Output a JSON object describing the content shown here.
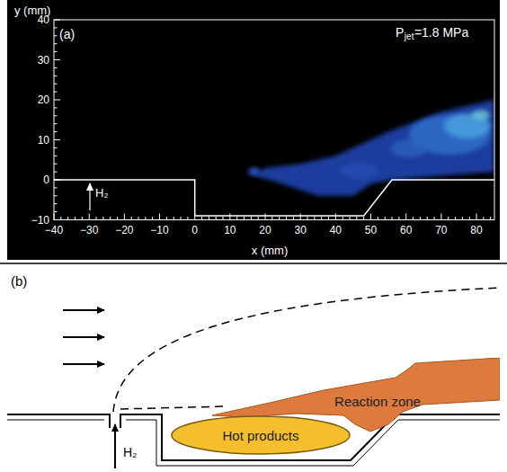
{
  "diagram": {
    "nodes": [
      {
        "text": [
          "Reaction zone"
        ]
      },
      {
        "text": [
          "Hot products"
        ]
      }
    ],
    "labels": [
      "y (mm)",
      "(a)",
      "P",
      "jet",
      "=1.8 MPa",
      "40",
      "30",
      "20",
      "10",
      "0",
      "−10",
      "H₂",
      "−40",
      "−30",
      "−20",
      "−10",
      "0",
      "10",
      "20",
      "30",
      "40",
      "50",
      "60",
      "70",
      "80",
      "x (mm)",
      "(b)",
      "H₂"
    ]
  }
}
